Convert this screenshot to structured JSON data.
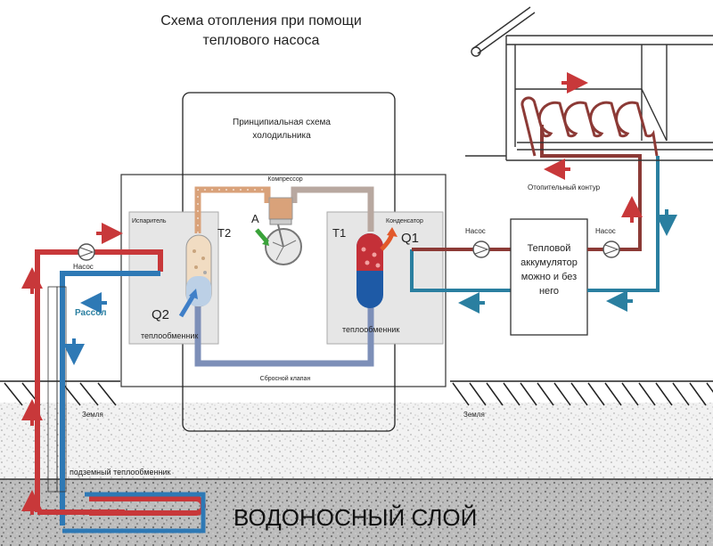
{
  "title": {
    "line1": "Схема отопления при помощи",
    "line2": "теплового насоса"
  },
  "fridge_box": {
    "title_line1": "Принципиальная схема",
    "title_line2": "холодильника"
  },
  "labels": {
    "compressor": "Компрессор",
    "evaporator": "Испаритель",
    "condenser": "Конденсатор",
    "t2": "T2",
    "t1": "T1",
    "a": "A",
    "q1": "Q1",
    "q2": "Q2",
    "heat_exchanger_left": "теплообменник",
    "heat_exchanger_right": "теплообменник",
    "relief_valve": "Сбросной клапан",
    "pump_left": "Насос",
    "pump_mid": "Насос",
    "pump_right": "Насос",
    "brine": "Рассол",
    "heating_circuit": "Отопительный контур",
    "accumulator_line1": "Тепловой",
    "accumulator_line2": "аккумулятор",
    "accumulator_line3": "можно и без",
    "accumulator_line4": "него",
    "earth_left": "Земля",
    "earth_right": "Земля",
    "ground_exchanger": "подземный теплообменник",
    "aquifer": "ВОДОНОСНЫЙ СЛОЙ"
  },
  "colors": {
    "hot": "#c8383a",
    "cold": "#2e79b5",
    "teal": "#2a7fa0",
    "maroon": "#8c3a36",
    "refrigerant_hot": "#d9a27a",
    "refrigerant_cold": "#7d8fb8",
    "panel": "#e6e6e6",
    "aquifer": "#b8b8b8"
  }
}
